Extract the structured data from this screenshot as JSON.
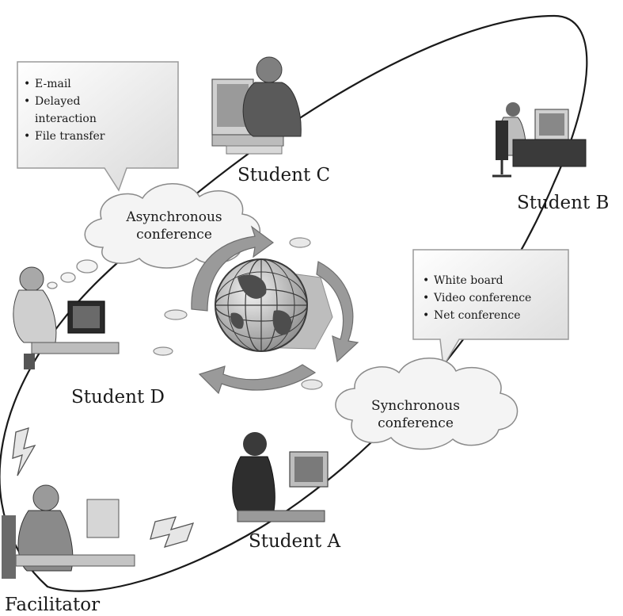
{
  "diagram": {
    "people": {
      "student_a": "Student A",
      "student_b": "Student B",
      "student_c": "Student C",
      "student_d": "Student D",
      "facilitator": "Facilitator"
    },
    "asynchronous": {
      "cloud_line1": "Asynchronous",
      "cloud_line2": "conference",
      "bullets": [
        "E-mail",
        "Delayed",
        "interaction",
        "File transfer"
      ]
    },
    "synchronous": {
      "cloud_line1": "Synchronous",
      "cloud_line2": "conference",
      "bullets": [
        "White board",
        "Video conference",
        "Net conference"
      ]
    },
    "icons": {
      "center": "globe-icon",
      "links": "lightning-link-icon"
    }
  }
}
